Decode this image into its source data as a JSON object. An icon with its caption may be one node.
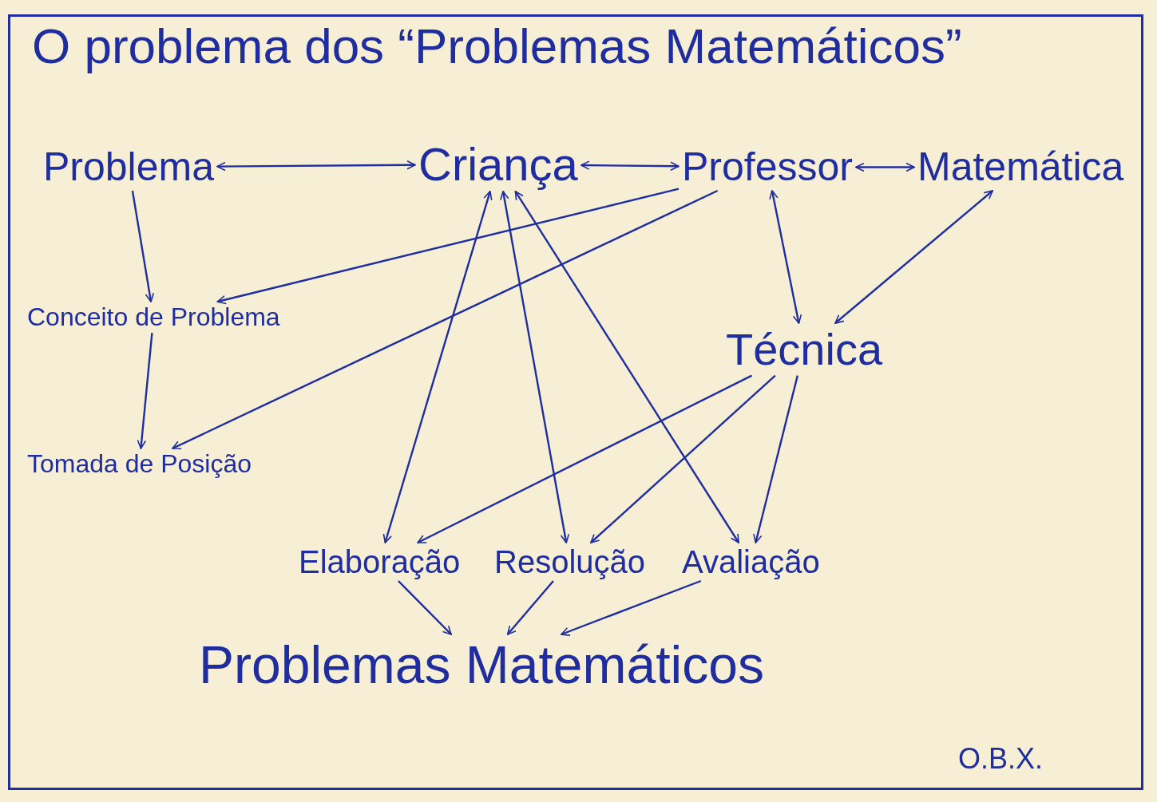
{
  "diagram": {
    "title": "O problema dos “Problemas Matemáticos”",
    "nodes": [
      {
        "text": [
          "Problema"
        ]
      },
      {
        "text": [
          "Criança"
        ]
      },
      {
        "text": [
          "Professor"
        ]
      },
      {
        "text": [
          "Matemática"
        ]
      },
      {
        "text": [
          "Conceito de Problema"
        ]
      },
      {
        "text": [
          "Tomada de Posição"
        ]
      },
      {
        "text": [
          "Técnica"
        ]
      },
      {
        "text": [
          "Elaboração"
        ]
      },
      {
        "text": [
          "Resolução"
        ]
      },
      {
        "text": [
          "Avaliação"
        ]
      },
      {
        "text": [
          "Problemas Matemáticos"
        ]
      }
    ],
    "edges": [
      {
        "from": 0,
        "to": 1,
        "arrow": "both"
      },
      {
        "from": 1,
        "to": 2,
        "arrow": "both"
      },
      {
        "from": 2,
        "to": 3,
        "arrow": "both"
      },
      {
        "from": 0,
        "to": 4,
        "arrow": "to"
      },
      {
        "from": 4,
        "to": 5,
        "arrow": "to"
      },
      {
        "from": 2,
        "to": 4,
        "arrow": "to"
      },
      {
        "from": 2,
        "to": 5,
        "arrow": "to"
      },
      {
        "from": 2,
        "to": 6,
        "arrow": "both"
      },
      {
        "from": 3,
        "to": 6,
        "arrow": "both"
      },
      {
        "from": 1,
        "to": 7,
        "arrow": "both"
      },
      {
        "from": 1,
        "to": 8,
        "arrow": "both"
      },
      {
        "from": 1,
        "to": 9,
        "arrow": "both"
      },
      {
        "from": 6,
        "to": 7,
        "arrow": "to"
      },
      {
        "from": 6,
        "to": 8,
        "arrow": "to"
      },
      {
        "from": 6,
        "to": 9,
        "arrow": "to"
      },
      {
        "from": 7,
        "to": 10,
        "arrow": "to"
      },
      {
        "from": 8,
        "to": 10,
        "arrow": "to"
      },
      {
        "from": 9,
        "to": 10,
        "arrow": "to"
      }
    ],
    "labels": [
      "O.B.X."
    ]
  }
}
